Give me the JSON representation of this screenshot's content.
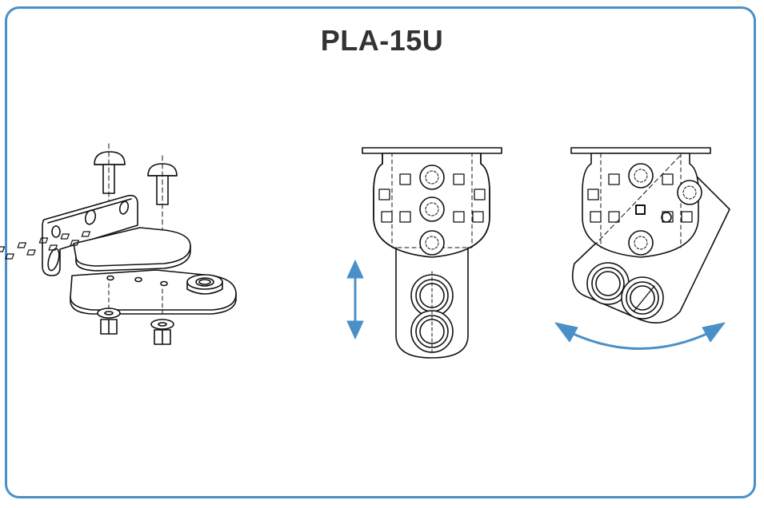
{
  "title": "PLA-15U",
  "colors": {
    "frame_border": "#4a90c8",
    "arrow": "#4a90c8",
    "line_art": "#111111",
    "title_text": "#333333"
  },
  "figures": [
    {
      "name": "exploded-assembly-view"
    },
    {
      "name": "vertical-adjust-view",
      "motion": "vertical"
    },
    {
      "name": "rotation-adjust-view",
      "motion": "rotation"
    }
  ]
}
